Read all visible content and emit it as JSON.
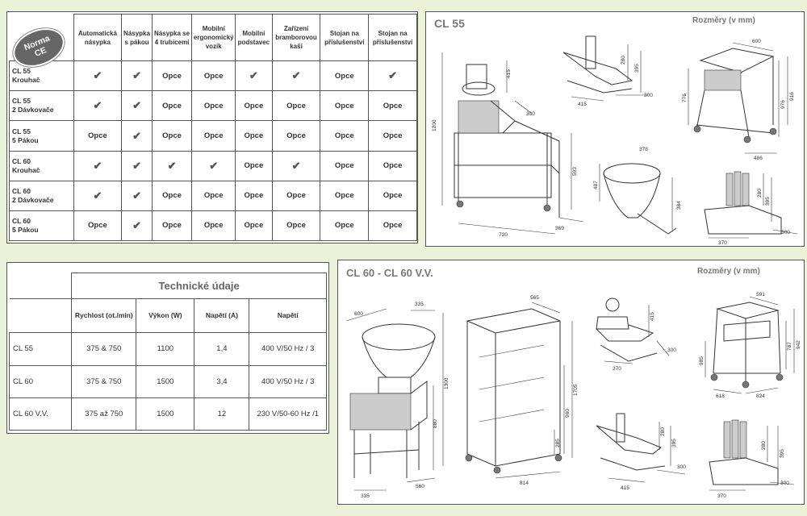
{
  "badge": {
    "line1": "Norma",
    "line2": "CE"
  },
  "options_table": {
    "columns": [
      "Automatická násypka",
      "Násypka s pákou",
      "Násypka se 4 trubicemi",
      "Mobilní ergonomický vozík",
      "Mobilní podstavec",
      "Zařízení bramborovou kaší",
      "Stojan na příslušenství",
      "Stojan na příslušenství"
    ],
    "rows": [
      {
        "l1": "CL 55",
        "l2": "Krouhač",
        "cells": [
          "✔",
          "✔",
          "Opce",
          "Opce",
          "✔",
          "✔",
          "Opce",
          "✔"
        ]
      },
      {
        "l1": "CL 55",
        "l2": "2 Dávkovače",
        "cells": [
          "✔",
          "✔",
          "Opce",
          "Opce",
          "Opce",
          "Opce",
          "Opce",
          "Opce"
        ]
      },
      {
        "l1": "CL 55",
        "l2": "5 Pákou",
        "cells": [
          "Opce",
          "✔",
          "Opce",
          "Opce",
          "Opce",
          "Opce",
          "Opce",
          "Opce"
        ]
      },
      {
        "l1": "CL 60",
        "l2": "Krouhač",
        "cells": [
          "✔",
          "✔",
          "✔",
          "✔",
          "Opce",
          "✔",
          "Opce",
          "Opce"
        ]
      },
      {
        "l1": "CL 60",
        "l2": "2 Dávkovače",
        "cells": [
          "✔",
          "✔",
          "Opce",
          "Opce",
          "Opce",
          "Opce",
          "Opce",
          "Opce"
        ]
      },
      {
        "l1": "CL 60",
        "l2": "5 Pákou",
        "cells": [
          "Opce",
          "✔",
          "Opce",
          "Opce",
          "Opce",
          "Opce",
          "Opce",
          "Opce"
        ]
      }
    ]
  },
  "tech_table": {
    "title": "Technické údaje",
    "columns": [
      "Rychlost (ot./min)",
      "Výkon (W)",
      "Napětí (A)",
      "Napětí"
    ],
    "rows": [
      {
        "model": "CL 55",
        "cells": [
          "375 & 750",
          "1100",
          "1,4",
          "400 V/50 Hz / 3"
        ]
      },
      {
        "model": "CL 60",
        "cells": [
          "375 & 750",
          "1500",
          "3,4",
          "400 V/50 Hz / 3"
        ]
      },
      {
        "model": "CL 60 V.V.",
        "cells": [
          "375 až 750",
          "1500",
          "12",
          "230 V/50-60 Hz /1"
        ]
      }
    ]
  },
  "panel_cl55": {
    "title": "CL 55",
    "subtitle": "Rozměry (v mm)",
    "dims": {
      "machine_h": "1200",
      "machine_w": "720",
      "machine_d": "369",
      "top": "415",
      "top_d": "300",
      "stand": "593",
      "hopper_w": "415",
      "hopper_h1": "280",
      "hopper_h2": "395",
      "hopper_d": "300",
      "cart_w": "600",
      "cart_h": "776",
      "cart_h2": "976",
      "cart_h3": "916",
      "cart_d": "486",
      "bowl_w": "378",
      "bowl_h": "487",
      "bowl_h2": "384",
      "tube_h1": "280",
      "tube_h2": "395",
      "tube_w": "370",
      "tube_d": "300"
    }
  },
  "panel_cl60": {
    "title": "CL 60 - CL 60 V.V.",
    "subtitle": "Rozměry (v mm)",
    "dims": {
      "m_w": "600",
      "m_d": "335",
      "m_h": "1300",
      "m_stand": "880",
      "m_bw": "335",
      "m_bd": "560",
      "rack_w": "565",
      "rack_h": "1705",
      "rack_m": "960",
      "rack_low": "285",
      "rack_d": "814",
      "hop_h": "415",
      "hop_w": "370",
      "hop_d": "300",
      "cart_w": "591",
      "cart_h1": "787",
      "cart_h2": "942",
      "cart_h3": "985",
      "cart_d1": "618",
      "cart_d2": "824",
      "lev_h1": "280",
      "lev_h2": "395",
      "lev_w": "415",
      "lev_d": "300",
      "tube_h1": "280",
      "tube_h2": "395",
      "tube_w": "370",
      "tube_d": "300"
    }
  }
}
